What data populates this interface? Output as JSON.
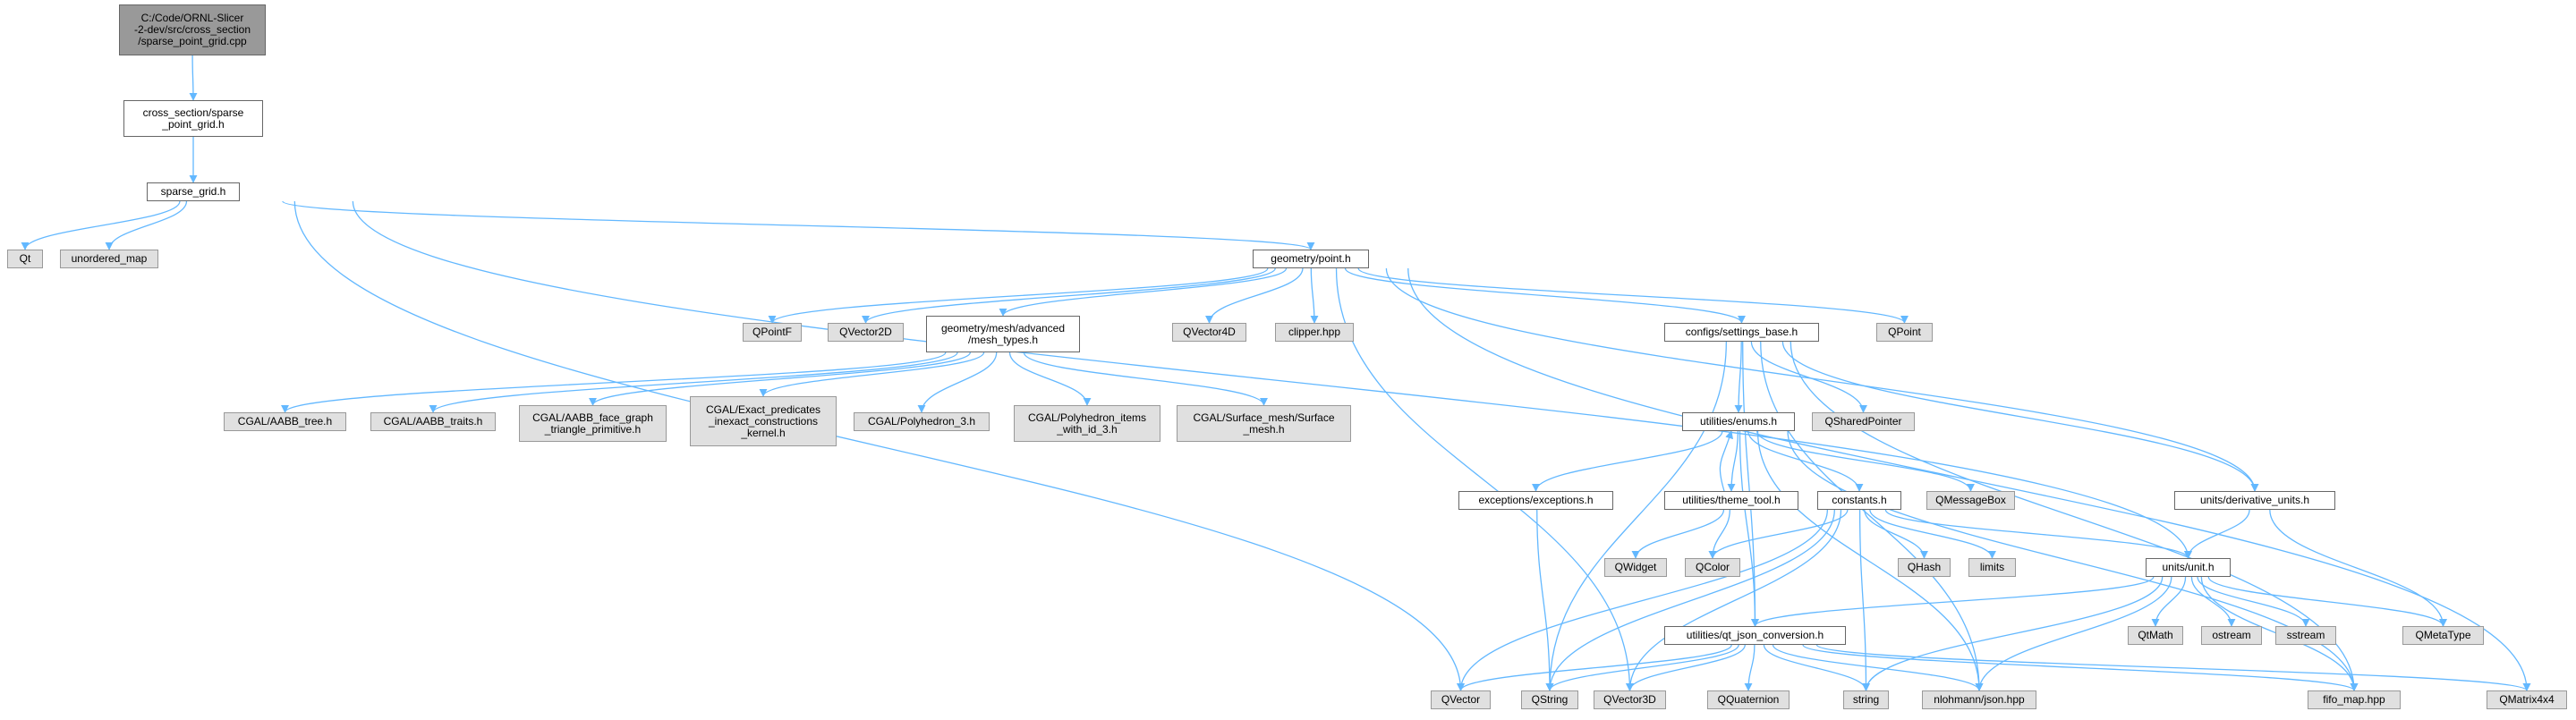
{
  "nodes": {
    "sparse_point_grid_cpp": {
      "label": "C:/Code/ORNL-Slicer\n-2-dev/src/cross_section\n/sparse_point_grid.cpp",
      "kind": "root"
    },
    "cross_section_sparse_point_grid_h": {
      "label": "cross_section/sparse\n_point_grid.h",
      "kind": "header"
    },
    "sparse_grid_h": {
      "label": "sparse_grid.h",
      "kind": "header"
    },
    "qt": {
      "label": "Qt",
      "kind": "system"
    },
    "unordered_map": {
      "label": "unordered_map",
      "kind": "system"
    },
    "geometry_point_h": {
      "label": "geometry/point.h",
      "kind": "header"
    },
    "qpointf": {
      "label": "QPointF",
      "kind": "system"
    },
    "qvector2d": {
      "label": "QVector2D",
      "kind": "system"
    },
    "mesh_types_h": {
      "label": "geometry/mesh/advanced\n/mesh_types.h",
      "kind": "header"
    },
    "qvector4d": {
      "label": "QVector4D",
      "kind": "system"
    },
    "clipper_hpp": {
      "label": "clipper.hpp",
      "kind": "system"
    },
    "settings_base_h": {
      "label": "configs/settings_base.h",
      "kind": "header"
    },
    "qpoint": {
      "label": "QPoint",
      "kind": "system"
    },
    "cgal_aabb_tree": {
      "label": "CGAL/AABB_tree.h",
      "kind": "system"
    },
    "cgal_aabb_traits": {
      "label": "CGAL/AABB_traits.h",
      "kind": "system"
    },
    "cgal_aabb_face_graph": {
      "label": "CGAL/AABB_face_graph\n_triangle_primitive.h",
      "kind": "system"
    },
    "cgal_exact_predicates": {
      "label": "CGAL/Exact_predicates\n_inexact_constructions\n_kernel.h",
      "kind": "system"
    },
    "cgal_polyhedron_3": {
      "label": "CGAL/Polyhedron_3.h",
      "kind": "system"
    },
    "cgal_polyhedron_items": {
      "label": "CGAL/Polyhedron_items\n_with_id_3.h",
      "kind": "system"
    },
    "cgal_surface_mesh": {
      "label": "CGAL/Surface_mesh/Surface\n_mesh.h",
      "kind": "system"
    },
    "utilities_enums_h": {
      "label": "utilities/enums.h",
      "kind": "header"
    },
    "qsharedpointer": {
      "label": "QSharedPointer",
      "kind": "system"
    },
    "exceptions_h": {
      "label": "exceptions/exceptions.h",
      "kind": "header"
    },
    "theme_tool_h": {
      "label": "utilities/theme_tool.h",
      "kind": "header"
    },
    "constants_h": {
      "label": "constants.h",
      "kind": "header"
    },
    "qmessagebox": {
      "label": "QMessageBox",
      "kind": "system"
    },
    "derivative_units_h": {
      "label": "units/derivative_units.h",
      "kind": "header"
    },
    "qwidget": {
      "label": "QWidget",
      "kind": "system"
    },
    "qcolor": {
      "label": "QColor",
      "kind": "system"
    },
    "qhash": {
      "label": "QHash",
      "kind": "system"
    },
    "limits": {
      "label": "limits",
      "kind": "system"
    },
    "units_unit_h": {
      "label": "units/unit.h",
      "kind": "header"
    },
    "qt_json_conversion_h": {
      "label": "utilities/qt_json_conversion.h",
      "kind": "header"
    },
    "qtmath": {
      "label": "QtMath",
      "kind": "system"
    },
    "ostream": {
      "label": "ostream",
      "kind": "system"
    },
    "sstream": {
      "label": "sstream",
      "kind": "system"
    },
    "qmetatype": {
      "label": "QMetaType",
      "kind": "system"
    },
    "qvector": {
      "label": "QVector",
      "kind": "system"
    },
    "qstring": {
      "label": "QString",
      "kind": "system"
    },
    "qvector3d": {
      "label": "QVector3D",
      "kind": "system"
    },
    "qquaternion": {
      "label": "QQuaternion",
      "kind": "system"
    },
    "string": {
      "label": "string",
      "kind": "system"
    },
    "nlohmann_json": {
      "label": "nlohmann/json.hpp",
      "kind": "system"
    },
    "fifo_map": {
      "label": "fifo_map.hpp",
      "kind": "system"
    },
    "qmatrix4x4": {
      "label": "QMatrix4x4",
      "kind": "system"
    }
  },
  "edges": [
    [
      "sparse_point_grid_cpp",
      "cross_section_sparse_point_grid_h"
    ],
    [
      "cross_section_sparse_point_grid_h",
      "sparse_grid_h"
    ],
    [
      "sparse_grid_h",
      "qt"
    ],
    [
      "sparse_grid_h",
      "unordered_map"
    ],
    [
      "sparse_grid_h",
      "geometry_point_h"
    ],
    [
      "sparse_grid_h",
      "units_unit_h"
    ],
    [
      "sparse_grid_h",
      "qvector"
    ],
    [
      "geometry_point_h",
      "qpointf"
    ],
    [
      "geometry_point_h",
      "qvector2d"
    ],
    [
      "geometry_point_h",
      "mesh_types_h"
    ],
    [
      "geometry_point_h",
      "qvector4d"
    ],
    [
      "geometry_point_h",
      "clipper_hpp"
    ],
    [
      "geometry_point_h",
      "settings_base_h"
    ],
    [
      "geometry_point_h",
      "qpoint"
    ],
    [
      "geometry_point_h",
      "derivative_units_h"
    ],
    [
      "geometry_point_h",
      "qmatrix4x4"
    ],
    [
      "geometry_point_h",
      "qvector3d"
    ],
    [
      "mesh_types_h",
      "cgal_aabb_tree"
    ],
    [
      "mesh_types_h",
      "cgal_aabb_traits"
    ],
    [
      "mesh_types_h",
      "cgal_aabb_face_graph"
    ],
    [
      "mesh_types_h",
      "cgal_exact_predicates"
    ],
    [
      "mesh_types_h",
      "cgal_polyhedron_3"
    ],
    [
      "mesh_types_h",
      "cgal_polyhedron_items"
    ],
    [
      "mesh_types_h",
      "cgal_surface_mesh"
    ],
    [
      "settings_base_h",
      "utilities_enums_h"
    ],
    [
      "settings_base_h",
      "qsharedpointer"
    ],
    [
      "settings_base_h",
      "derivative_units_h"
    ],
    [
      "settings_base_h",
      "qt_json_conversion_h"
    ],
    [
      "settings_base_h",
      "qstring"
    ],
    [
      "settings_base_h",
      "nlohmann_json"
    ],
    [
      "settings_base_h",
      "fifo_map"
    ],
    [
      "utilities_enums_h",
      "exceptions_h"
    ],
    [
      "utilities_enums_h",
      "theme_tool_h"
    ],
    [
      "utilities_enums_h",
      "constants_h"
    ],
    [
      "utilities_enums_h",
      "qmessagebox"
    ],
    [
      "utilities_enums_h",
      "qt_json_conversion_h"
    ],
    [
      "utilities_enums_h",
      "nlohmann_json"
    ],
    [
      "utilities_enums_h",
      "fifo_map"
    ],
    [
      "theme_tool_h",
      "utilities_enums_h"
    ],
    [
      "theme_tool_h",
      "qwidget"
    ],
    [
      "theme_tool_h",
      "qcolor"
    ],
    [
      "exceptions_h",
      "qstring"
    ],
    [
      "constants_h",
      "qcolor"
    ],
    [
      "constants_h",
      "qhash"
    ],
    [
      "constants_h",
      "limits"
    ],
    [
      "constants_h",
      "units_unit_h"
    ],
    [
      "constants_h",
      "string"
    ],
    [
      "constants_h",
      "qvector"
    ],
    [
      "constants_h",
      "qstring"
    ],
    [
      "constants_h",
      "qvector3d"
    ],
    [
      "derivative_units_h",
      "units_unit_h"
    ],
    [
      "derivative_units_h",
      "qmetatype"
    ],
    [
      "units_unit_h",
      "qt_json_conversion_h"
    ],
    [
      "units_unit_h",
      "qtmath"
    ],
    [
      "units_unit_h",
      "ostream"
    ],
    [
      "units_unit_h",
      "sstream"
    ],
    [
      "units_unit_h",
      "qmetatype"
    ],
    [
      "units_unit_h",
      "string"
    ],
    [
      "units_unit_h",
      "nlohmann_json"
    ],
    [
      "units_unit_h",
      "fifo_map"
    ],
    [
      "qt_json_conversion_h",
      "qvector"
    ],
    [
      "qt_json_conversion_h",
      "qstring"
    ],
    [
      "qt_json_conversion_h",
      "qvector3d"
    ],
    [
      "qt_json_conversion_h",
      "qquaternion"
    ],
    [
      "qt_json_conversion_h",
      "string"
    ],
    [
      "qt_json_conversion_h",
      "nlohmann_json"
    ],
    [
      "qt_json_conversion_h",
      "fifo_map"
    ],
    [
      "qt_json_conversion_h",
      "qmatrix4x4"
    ]
  ],
  "colors": {
    "edge": "#63b8ff",
    "root_fill": "#999999",
    "system_fill": "#e0e0e0",
    "header_fill": "#ffffff",
    "border": "#666666"
  }
}
